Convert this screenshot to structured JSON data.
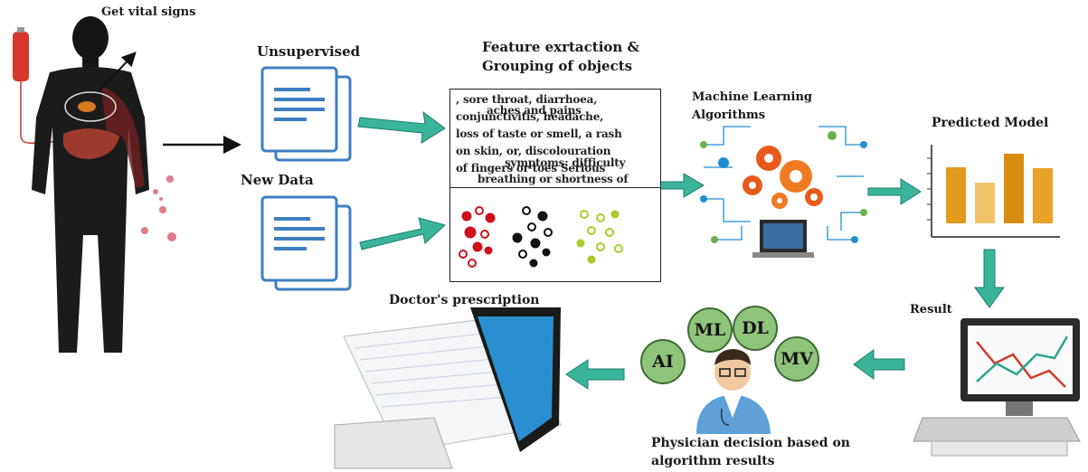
{
  "labels": {
    "vital_signs": "Get vital signs",
    "unsupervised": "Unsupervised",
    "new_data": "New Data",
    "feature_line1": "Feature exrtaction &",
    "feature_line2": "Grouping of objects",
    "ml_line1": "Machine Learning",
    "ml_line2": "Algorithms",
    "predicted_model": "Predicted Model",
    "result": "Result",
    "doctor_prescription": "Doctor's prescription",
    "physician_line1": "Physician decision based on",
    "physician_line2": "algorithm results"
  },
  "feature_text": {
    "line0": "aches and pains",
    "line1": ", sore throat, diarrhoea,",
    "line2": "conjunctivitis, headache,",
    "line3": "loss of taste or smell, a rash",
    "line4": "on skin, or, discolouration",
    "line5": "of fingers or toes Serious",
    "line6": "symptoms: difficulty",
    "line7": "breathing or shortness of"
  },
  "badges": {
    "ml": "ML",
    "dl": "DL",
    "ai": "AI",
    "mv": "MV"
  },
  "colors": {
    "arrow": "#3ab59a",
    "cluster_red": "#d0101a",
    "cluster_black": "#111111",
    "cluster_green": "#a8cc2a",
    "bar_dark": "#e09a1e",
    "bar_light": "#f2c46a",
    "doc_blue": "#3e7fc1",
    "badge_green": "#8fc57b"
  }
}
